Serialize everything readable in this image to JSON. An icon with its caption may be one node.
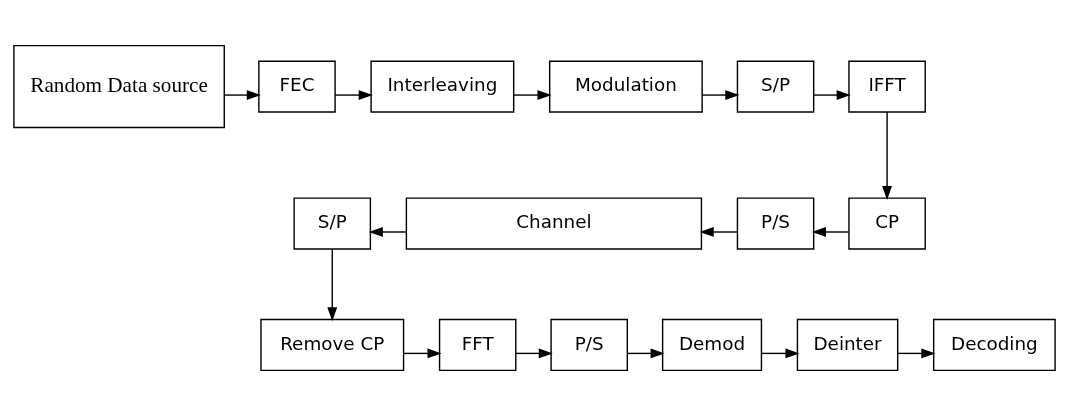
{
  "diagram": {
    "nodes": [
      {
        "text": [
          "Random Data source"
        ]
      },
      {
        "text": [
          "FEC"
        ]
      },
      {
        "text": [
          "Interleaving"
        ]
      },
      {
        "text": [
          "Modulation"
        ]
      },
      {
        "text": [
          "S/P"
        ]
      },
      {
        "text": [
          "IFFT"
        ]
      },
      {
        "text": [
          "CP"
        ]
      },
      {
        "text": [
          "P/S"
        ]
      },
      {
        "text": [
          "Channel"
        ]
      },
      {
        "text": [
          "S/P"
        ]
      },
      {
        "text": [
          "Remove CP"
        ]
      },
      {
        "text": [
          "FFT"
        ]
      },
      {
        "text": [
          "P/S"
        ]
      },
      {
        "text": [
          "Demod"
        ]
      },
      {
        "text": [
          "Deinter"
        ]
      },
      {
        "text": [
          "Decoding"
        ]
      }
    ],
    "edges": [
      {
        "from": 0,
        "to": 1,
        "arrow": "to"
      },
      {
        "from": 1,
        "to": 2,
        "arrow": "to"
      },
      {
        "from": 2,
        "to": 3,
        "arrow": "to"
      },
      {
        "from": 3,
        "to": 4,
        "arrow": "to"
      },
      {
        "from": 4,
        "to": 5,
        "arrow": "to"
      },
      {
        "from": 5,
        "to": 6,
        "arrow": "to"
      },
      {
        "from": 6,
        "to": 7,
        "arrow": "to"
      },
      {
        "from": 7,
        "to": 8,
        "arrow": "to"
      },
      {
        "from": 8,
        "to": 9,
        "arrow": "to"
      },
      {
        "from": 9,
        "to": 10,
        "arrow": "to"
      },
      {
        "from": 10,
        "to": 11,
        "arrow": "to"
      },
      {
        "from": 11,
        "to": 12,
        "arrow": "to"
      },
      {
        "from": 12,
        "to": 13,
        "arrow": "to"
      },
      {
        "from": 13,
        "to": 14,
        "arrow": "to"
      },
      {
        "from": 14,
        "to": 15,
        "arrow": "to"
      }
    ]
  }
}
